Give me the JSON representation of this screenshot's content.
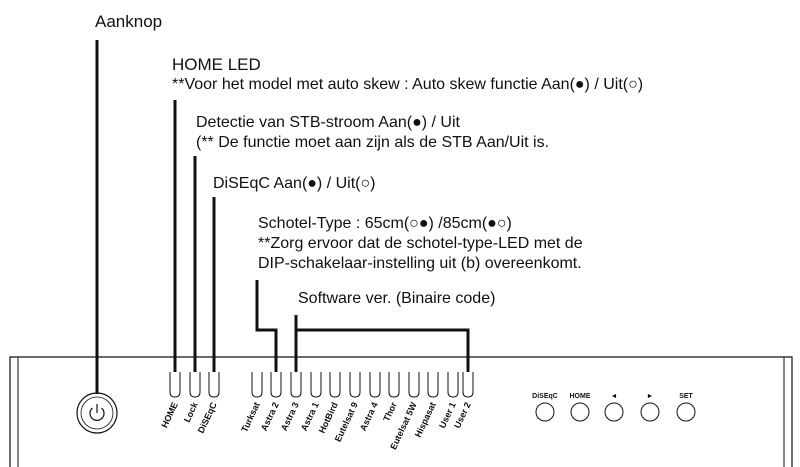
{
  "callouts": {
    "power": "Aanknop",
    "home_led_title": "HOME LED",
    "home_led_note": "**Voor het model met auto skew : Auto skew functie Aan(●) / Uit(○)",
    "stb_detect": "Detectie van STB-stroom Aan(●) / Uit",
    "stb_detect_note": "(** De functie moet aan zijn als de STB Aan/Uit is.",
    "diseqc": "DiSEqC Aan(●) / Uit(○)",
    "dish_type": "Schotel-Type : 65cm(○●) /85cm(●○)",
    "dish_note_1": "**Zorg ervoor dat de schotel-type-LED met de",
    "dish_note_2": "DIP-schakelaar-instelling uit (b) overeenkomt.",
    "software": "Software ver. (Binaire code)"
  },
  "leds": [
    {
      "name": "led-home",
      "label": "HOME"
    },
    {
      "name": "led-lock",
      "label": "Lock"
    },
    {
      "name": "led-diseqc",
      "label": "DiSEqC"
    },
    {
      "name": "led-turksat",
      "label": "Turksat"
    },
    {
      "name": "led-astra2",
      "label": "Astra 2"
    },
    {
      "name": "led-astra3",
      "label": "Astra 3"
    },
    {
      "name": "led-astra1",
      "label": "Astra 1"
    },
    {
      "name": "led-hotbird",
      "label": "HotBird"
    },
    {
      "name": "led-eutelsat9",
      "label": "Eutelsat 9"
    },
    {
      "name": "led-astra4",
      "label": "Astra 4"
    },
    {
      "name": "led-thor",
      "label": "Thor"
    },
    {
      "name": "led-eutelsat5w",
      "label": "Eutelsat 5W"
    },
    {
      "name": "led-hispasat",
      "label": "Hispasat"
    },
    {
      "name": "led-user1",
      "label": "User 1"
    },
    {
      "name": "led-user2",
      "label": "User 2"
    }
  ],
  "buttons": [
    {
      "name": "diseqc-button",
      "label": "DiSEqC"
    },
    {
      "name": "home-button",
      "label": "HOME"
    },
    {
      "name": "left-button",
      "label": "◄"
    },
    {
      "name": "right-button",
      "label": "►"
    },
    {
      "name": "set-button",
      "label": "SET"
    }
  ]
}
